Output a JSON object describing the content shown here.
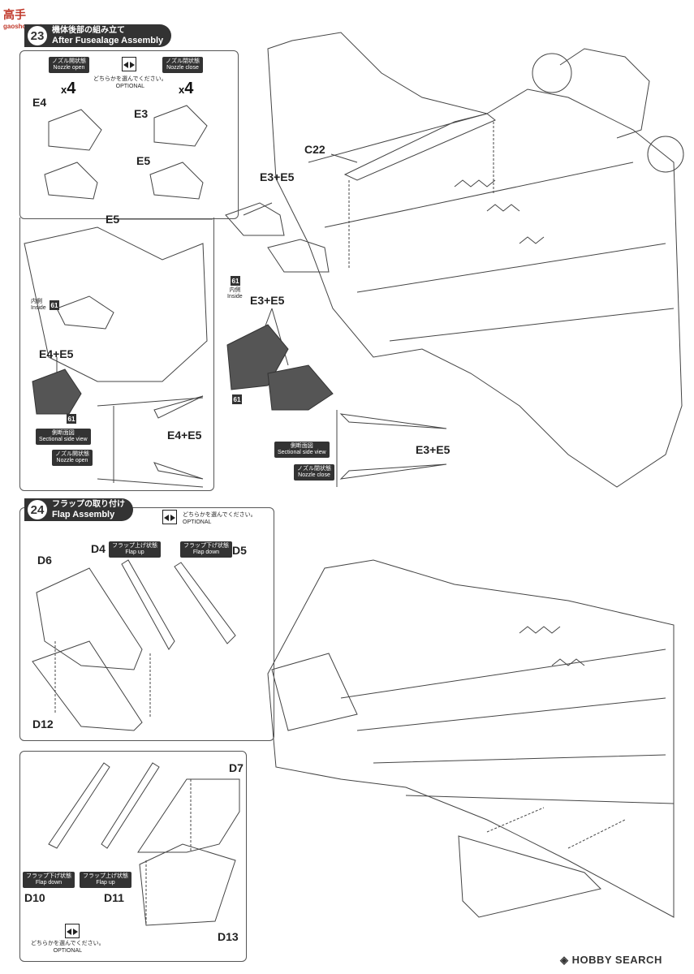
{
  "watermark": {
    "logo_text": "高手",
    "site": "gaoshou.net"
  },
  "step23": {
    "number": "23",
    "title_jp": "機体後部の組み立て",
    "title_en": "After Fusealage Assembly",
    "nozzle_open_jp": "ノズル開状態",
    "nozzle_open_en": "Nozzle open",
    "nozzle_close_jp": "ノズル閉状態",
    "nozzle_close_en": "Nozzle close",
    "optional_jp": "どちらかを選んでください。",
    "optional_en": "OPTIONAL",
    "mult_x": "x",
    "mult_n": "4",
    "parts": {
      "e4": "E4",
      "e3": "E3",
      "e5a": "E5",
      "e5b": "E5",
      "e4e5a": "E4+E5",
      "e4e5b": "E4+E5",
      "c22": "C22",
      "e3e5a": "E3+E5",
      "e3e5b": "E3+E5",
      "e3e5c": "E3+E5"
    },
    "paint_code": "61",
    "inside_jp": "内側",
    "inside_en": "Inside",
    "sectional_jp": "側断面図",
    "sectional_en": "Sectional side view"
  },
  "step24": {
    "number": "24",
    "title_jp": "フラップの取り付け",
    "title_en": "Flap Assembly",
    "optional_jp": "どちらかを選んでください。",
    "optional_en": "OPTIONAL",
    "flap_up_jp": "フラップ上げ状態",
    "flap_up_en": "Flap up",
    "flap_down_jp": "フラップ下げ状態",
    "flap_down_en": "Flap down",
    "parts": {
      "d4": "D4",
      "d5": "D5",
      "d6": "D6",
      "d12": "D12",
      "d7": "D7",
      "d10": "D10",
      "d11": "D11",
      "d13": "D13"
    }
  },
  "footer": {
    "brand": "HOBBY SEARCH"
  },
  "colors": {
    "ink": "#333333",
    "paper": "#ffffff",
    "watermark": "#c0392b",
    "fill_grey": "#555555"
  }
}
